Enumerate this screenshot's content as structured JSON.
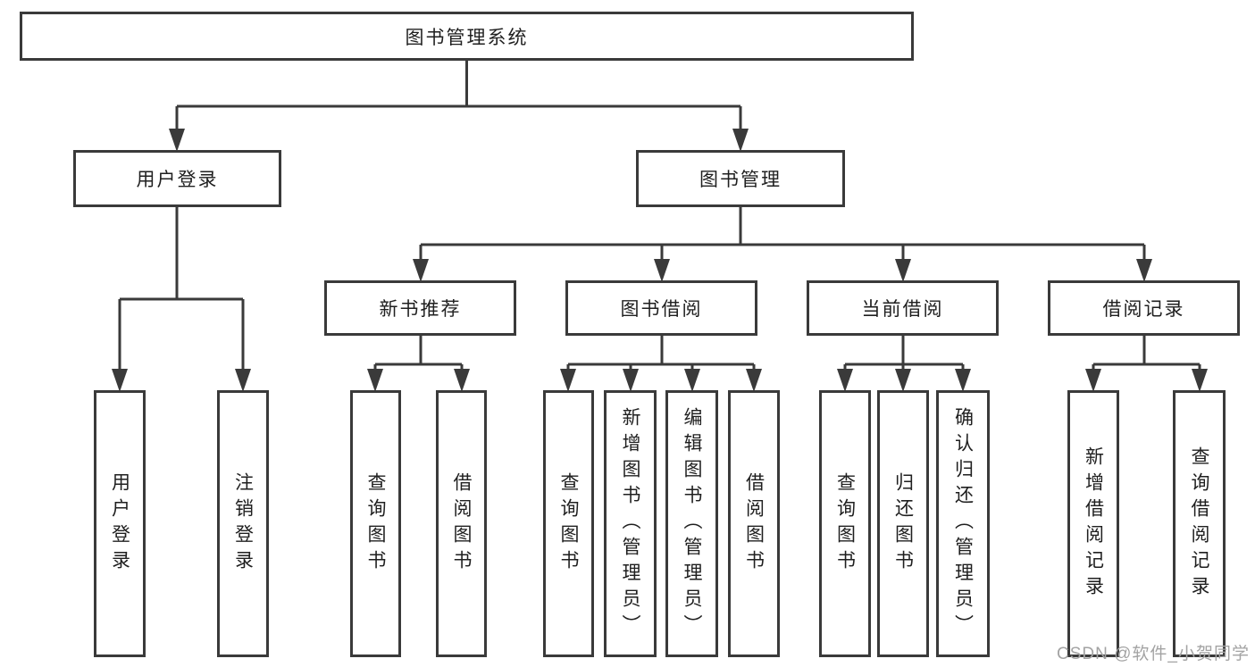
{
  "diagram_type": "functional-hierarchy-tree",
  "colors": {
    "line": "#3a3a3a",
    "box_border": "#3a3a3a",
    "box_background": "#ffffff",
    "text": "#1f1f1f",
    "watermark": "#a3a3a3",
    "page_background": "#ffffff"
  },
  "tree": {
    "root": {
      "label": "图书管理系统"
    },
    "children": [
      {
        "label": "用户登录",
        "children": [
          {
            "label": "用户登录"
          },
          {
            "label": "注销登录"
          }
        ]
      },
      {
        "label": "图书管理",
        "children": [
          {
            "label": "新书推荐",
            "children": [
              {
                "label": "查询图书"
              },
              {
                "label": "借阅图书"
              }
            ]
          },
          {
            "label": "图书借阅",
            "children": [
              {
                "label": "查询图书"
              },
              {
                "label": "新增图书（管理员）"
              },
              {
                "label": "编辑图书（管理员）"
              },
              {
                "label": "借阅图书"
              }
            ]
          },
          {
            "label": "当前借阅",
            "children": [
              {
                "label": "查询图书"
              },
              {
                "label": "归还图书"
              },
              {
                "label": "确认归还（管理员）"
              }
            ]
          },
          {
            "label": "借阅记录",
            "children": [
              {
                "label": "新增借阅记录"
              },
              {
                "label": "查询借阅记录"
              }
            ]
          }
        ]
      }
    ]
  },
  "watermark": {
    "text": "CSDN @软件_小贺同学"
  }
}
